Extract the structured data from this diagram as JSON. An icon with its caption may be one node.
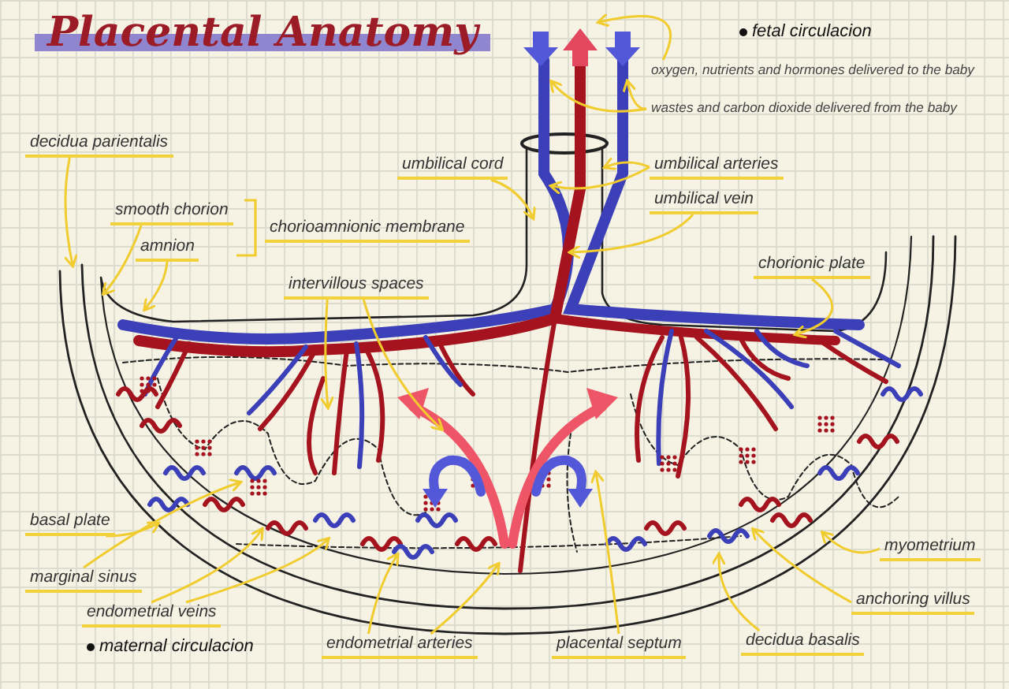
{
  "diagram": {
    "title": "Placental Anatomy",
    "nodes": [
      {
        "text": [
          "oxygen, nutrients and hormones delivered to the baby"
        ]
      },
      {
        "text": [
          "wastes and carbon dioxide delivered from the baby"
        ]
      },
      {
        "text": [
          "decidua parientalis"
        ]
      },
      {
        "text": [
          "umbilical cord"
        ]
      },
      {
        "text": [
          "umbilical arteries"
        ]
      },
      {
        "text": [
          "smooth chorion"
        ]
      },
      {
        "text": [
          "umbilical vein"
        ]
      },
      {
        "text": [
          "amnion"
        ]
      },
      {
        "text": [
          "intervillous spaces"
        ]
      },
      {
        "text": [
          "chorionic plate"
        ]
      },
      {
        "text": [
          "basal plate"
        ]
      },
      {
        "text": [
          "myometrium"
        ]
      },
      {
        "text": [
          "marginal sinus"
        ]
      },
      {
        "text": [
          "anchoring villus"
        ]
      },
      {
        "text": [
          "endometrial veins"
        ]
      },
      {
        "text": [
          "endometrial arteries"
        ]
      },
      {
        "text": [
          "placental septum"
        ]
      },
      {
        "text": [
          "decidua basalis"
        ]
      }
    ],
    "edges": [
      {
        "from": 0,
        "to": null,
        "arrow": "to"
      },
      {
        "from": 1,
        "to": null,
        "arrow": "to"
      },
      {
        "from": 1,
        "to": null,
        "arrow": "to"
      },
      {
        "from": 2,
        "to": null,
        "arrow": "to"
      },
      {
        "from": 3,
        "to": null,
        "arrow": "to"
      },
      {
        "from": 4,
        "to": null,
        "arrow": "to"
      },
      {
        "from": 4,
        "to": null,
        "arrow": "to"
      },
      {
        "from": 5,
        "to": null,
        "arrow": "to"
      },
      {
        "from": 6,
        "to": null,
        "arrow": "to"
      },
      {
        "from": 7,
        "to": null,
        "arrow": "to"
      },
      {
        "from": 8,
        "to": null,
        "arrow": "to"
      },
      {
        "from": 8,
        "to": null,
        "arrow": "to"
      },
      {
        "from": 9,
        "to": null,
        "arrow": "to"
      },
      {
        "from": 10,
        "to": null,
        "arrow": "to"
      },
      {
        "from": 11,
        "to": null,
        "arrow": "to"
      },
      {
        "from": 12,
        "to": null,
        "arrow": "to"
      },
      {
        "from": 13,
        "to": null,
        "arrow": "to"
      },
      {
        "from": 14,
        "to": null,
        "arrow": "to"
      },
      {
        "from": 14,
        "to": null,
        "arrow": "to"
      },
      {
        "from": 15,
        "to": null,
        "arrow": "to"
      },
      {
        "from": 15,
        "to": null,
        "arrow": "to"
      },
      {
        "from": 16,
        "to": null,
        "arrow": "to"
      },
      {
        "from": 17,
        "to": null,
        "arrow": "to"
      }
    ],
    "labels": [
      "chorioamnionic membrane",
      "fetal circulacion",
      "maternal circulacion"
    ]
  }
}
